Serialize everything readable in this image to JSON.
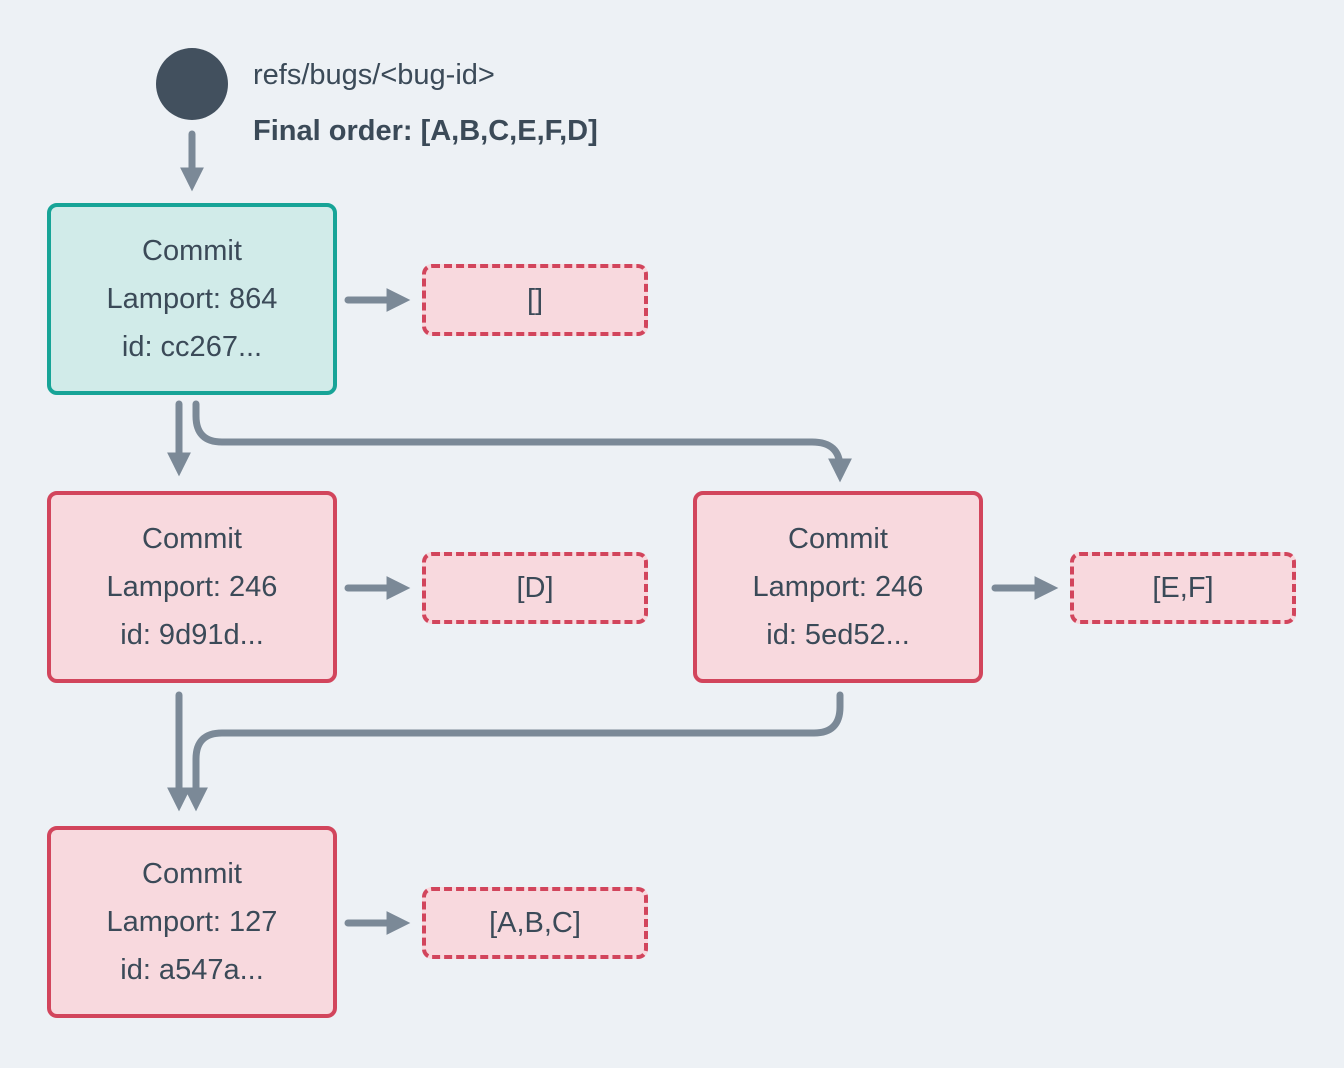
{
  "header": {
    "ref_label": "refs/bugs/<bug-id>",
    "final_order": "Final order: [A,B,C,E,F,D]"
  },
  "commits": {
    "root": {
      "title": "Commit",
      "lamport": "Lamport: 864",
      "id": "id: cc267..."
    },
    "left": {
      "title": "Commit",
      "lamport": "Lamport: 246",
      "id": "id: 9d91d..."
    },
    "right": {
      "title": "Commit",
      "lamport": "Lamport: 246",
      "id": "id: 5ed52..."
    },
    "bottom": {
      "title": "Commit",
      "lamport": "Lamport: 127",
      "id": "id: a547a..."
    }
  },
  "operations": {
    "root": "[]",
    "left": "[D]",
    "right": "[E,F]",
    "bottom": "[A,B,C]"
  },
  "colors": {
    "background": "#edf1f5",
    "text": "#3b4a58",
    "ref_dot": "#42505e",
    "arrow": "#7b8997",
    "teal_border": "#17a497",
    "teal_fill": "#d1ebe9",
    "red_border": "#d2455c",
    "red_fill": "#f8d9de"
  }
}
